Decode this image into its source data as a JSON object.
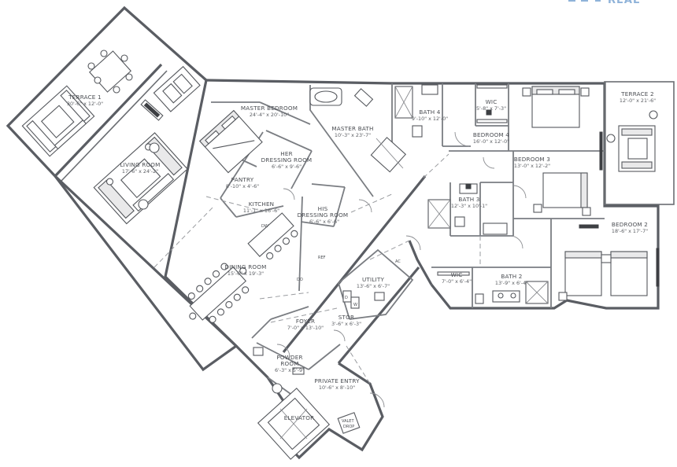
{
  "brand": {
    "logo_text": "REAL",
    "logo_color": "#8fb3d9"
  },
  "rooms": [
    {
      "name": "TERRACE 1",
      "dims": "30'-6\" x 12'-0\""
    },
    {
      "name": "LIVING ROOM",
      "dims": "17'-6\" x 24'-2\""
    },
    {
      "name": "MASTER BEDROOM",
      "dims": "24'-4\" x 20'-10\""
    },
    {
      "name": "HER DRESSING ROOM",
      "dims": "6'-6\" x 9'-6\""
    },
    {
      "name": "PANTRY",
      "dims": "8'-10\" x 4'-6\""
    },
    {
      "name": "KITCHEN",
      "dims": "11'-1\" x 16'-6\""
    },
    {
      "name": "HIS DRESSING ROOM",
      "dims": "6'-6\" x 6'-6\""
    },
    {
      "name": "MASTER BATH",
      "dims": "10'-3\" x 23'-7\""
    },
    {
      "name": "BATH 4",
      "dims": "9'-10\" x 12'-0\""
    },
    {
      "name": "WIC",
      "dims": "5'-8\" x 7'-3\""
    },
    {
      "name": "BEDROOM 4",
      "dims": "16'-0\" x 12'-0\""
    },
    {
      "name": "TERRACE 2",
      "dims": "12'-0\" x 21'-6\""
    },
    {
      "name": "BEDROOM 3",
      "dims": "13'-0\" x 12'-2\""
    },
    {
      "name": "BATH 3",
      "dims": "12'-3\" x 10'-1\""
    },
    {
      "name": "BEDROOM 2",
      "dims": "18'-6\" x 17'-7\""
    },
    {
      "name": "DINING ROOM",
      "dims": "15'-6\" x 19'-3\""
    },
    {
      "name": "UTILITY",
      "dims": "13'-6\" x 6'-7\""
    },
    {
      "name": "WIC",
      "dims": "7'-0\" x 6'-4\""
    },
    {
      "name": "BATH 2",
      "dims": "13'-9\" x 6'-4\""
    },
    {
      "name": "FOYER",
      "dims": "7'-0\" x 13'-10\""
    },
    {
      "name": "STOR",
      "dims": "3'-6\" x 6'-3\""
    },
    {
      "name": "POWDER ROOM",
      "dims": "6'-3\" x 5'-9\""
    },
    {
      "name": "PRIVATE ENTRY",
      "dims": "10'-6\" x 8'-10\""
    },
    {
      "name": "ELEVATOR",
      "dims": ""
    }
  ],
  "fixtures": {
    "dw": "DW",
    "ref": "REF",
    "do": "DO",
    "ac": "AC",
    "d": "D",
    "w": "W",
    "valet_line1": "VALET",
    "valet_line2": "DROP"
  }
}
